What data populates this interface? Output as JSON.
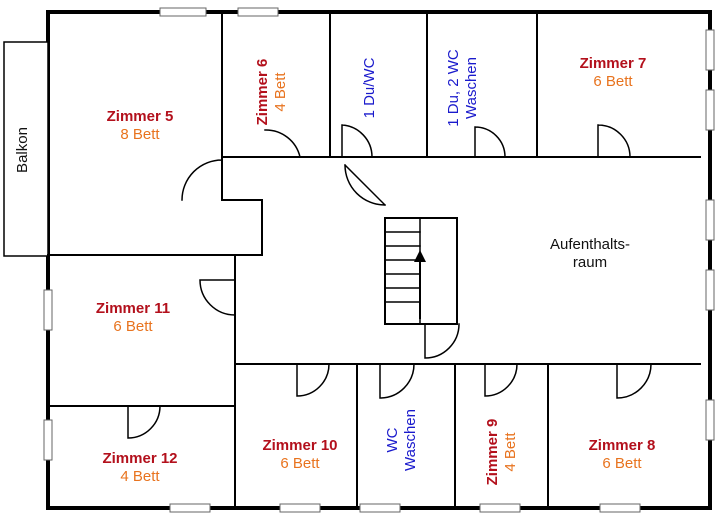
{
  "colors": {
    "room_name": "#b3101c",
    "beds": "#e8731e",
    "function_room": "#1a1acc",
    "walls": "#000000"
  },
  "rooms": {
    "zimmer5": {
      "name": "Zimmer 5",
      "beds": "8 Bett"
    },
    "zimmer6": {
      "name": "Zimmer 6",
      "beds": "4 Bett"
    },
    "zimmer7": {
      "name": "Zimmer 7",
      "beds": "6 Bett"
    },
    "zimmer8": {
      "name": "Zimmer 8",
      "beds": "6 Bett"
    },
    "zimmer9": {
      "name": "Zimmer 9",
      "beds": "4 Bett"
    },
    "zimmer10": {
      "name": "Zimmer 10",
      "beds": "6 Bett"
    },
    "zimmer11": {
      "name": "Zimmer 11",
      "beds": "6 Bett"
    },
    "zimmer12": {
      "name": "Zimmer 12",
      "beds": "4 Bett"
    }
  },
  "facilities": {
    "du_wc": {
      "line1": "1 Du/WC"
    },
    "du_wc_waschen": {
      "line1": "1 Du, 2 WC",
      "line2": "Waschen"
    },
    "wc_waschen": {
      "line1": "WC",
      "line2": "Waschen"
    }
  },
  "common": {
    "aufenthaltsraum": {
      "line1": "Aufenthalts-",
      "line2": "raum"
    },
    "balkon": "Balkon"
  }
}
